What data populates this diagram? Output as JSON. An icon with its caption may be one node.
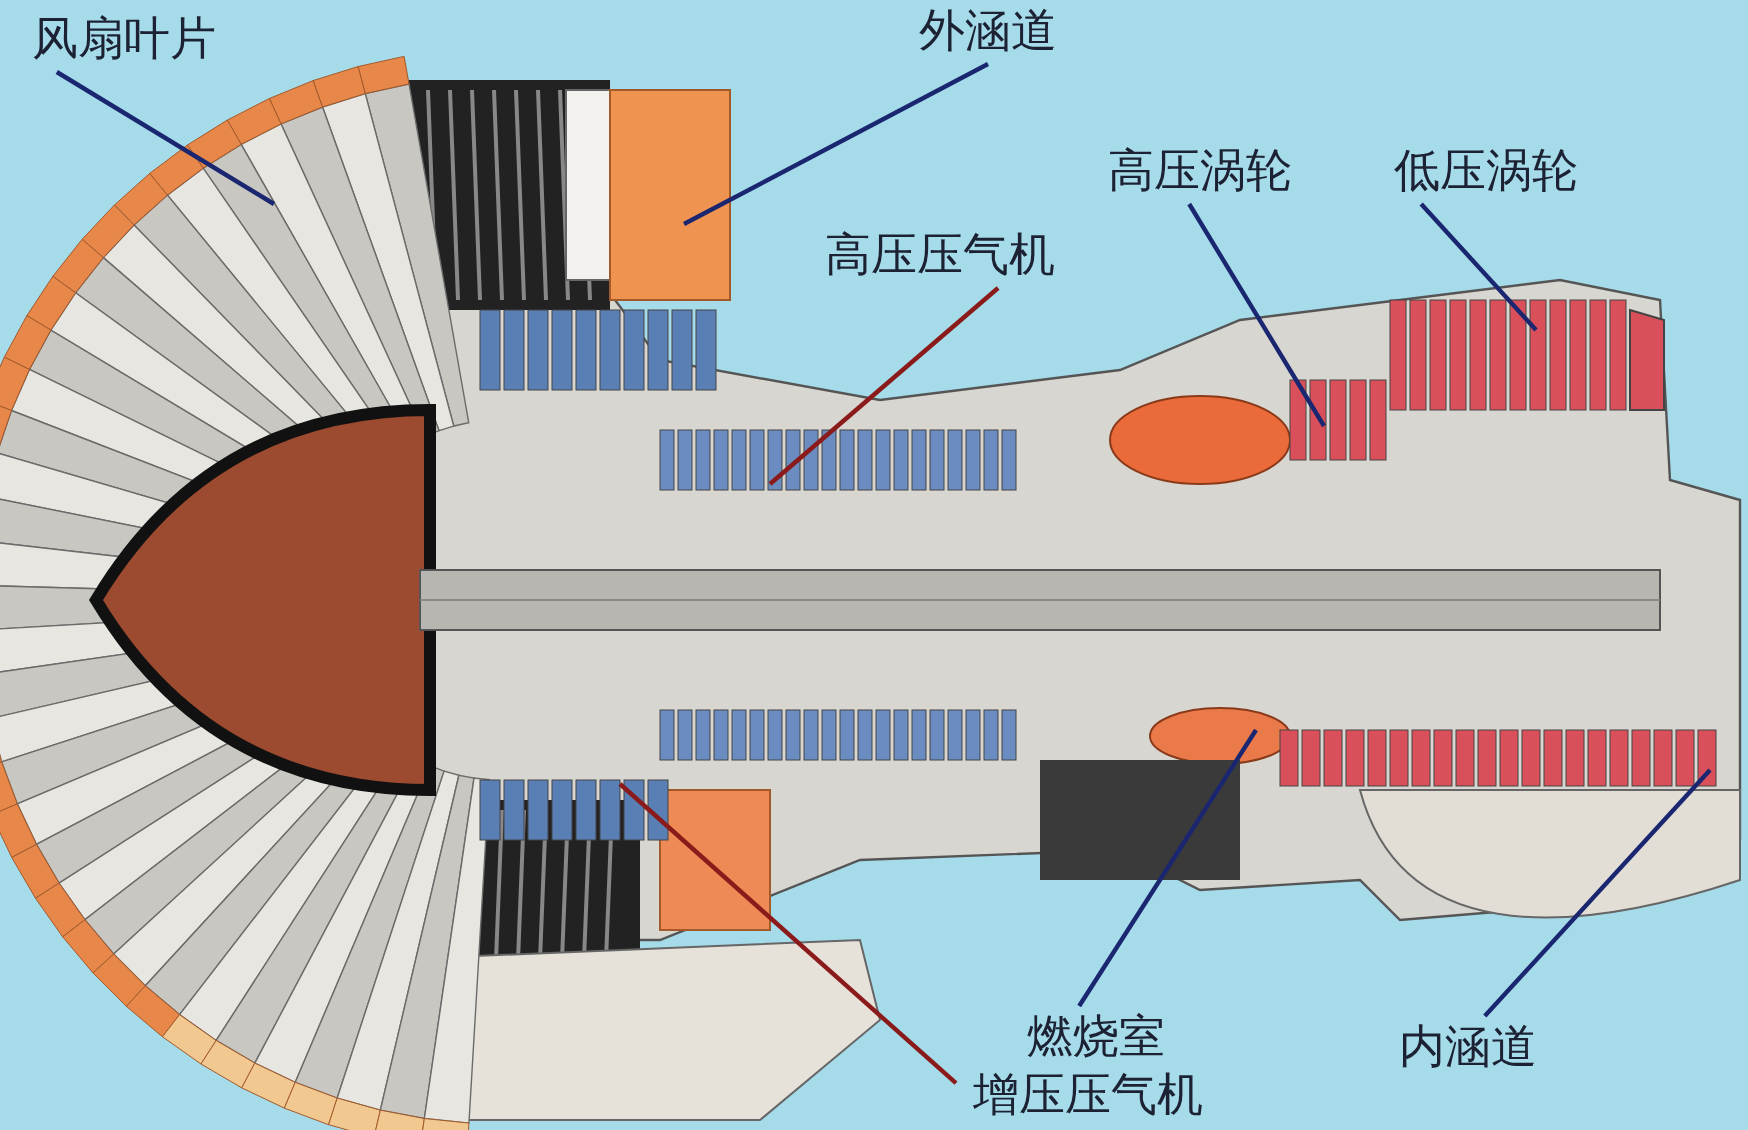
{
  "diagram": {
    "nodes": [
      {
        "text": [
          "风扇叶片"
        ]
      },
      {
        "text": [
          "外涵道"
        ]
      },
      {
        "text": [
          "高压压气机"
        ]
      },
      {
        "text": [
          "高压涡轮"
        ]
      },
      {
        "text": [
          "低压涡轮"
        ]
      },
      {
        "text": [
          "燃烧室"
        ]
      },
      {
        "text": [
          "内涵道"
        ]
      },
      {
        "text": [
          "增压压气机"
        ]
      }
    ],
    "edges": [
      {
        "from": 0,
        "to": null,
        "arrow": "none"
      },
      {
        "from": 1,
        "to": null,
        "arrow": "none"
      },
      {
        "from": 2,
        "to": null,
        "arrow": "none",
        "color": "#8b1a1a"
      },
      {
        "from": 3,
        "to": null,
        "arrow": "none"
      },
      {
        "from": 4,
        "to": null,
        "arrow": "none"
      },
      {
        "from": 5,
        "to": null,
        "arrow": "none"
      },
      {
        "from": 6,
        "to": null,
        "arrow": "none"
      },
      {
        "from": 7,
        "to": null,
        "arrow": "none",
        "color": "#8b1a1a"
      }
    ]
  }
}
